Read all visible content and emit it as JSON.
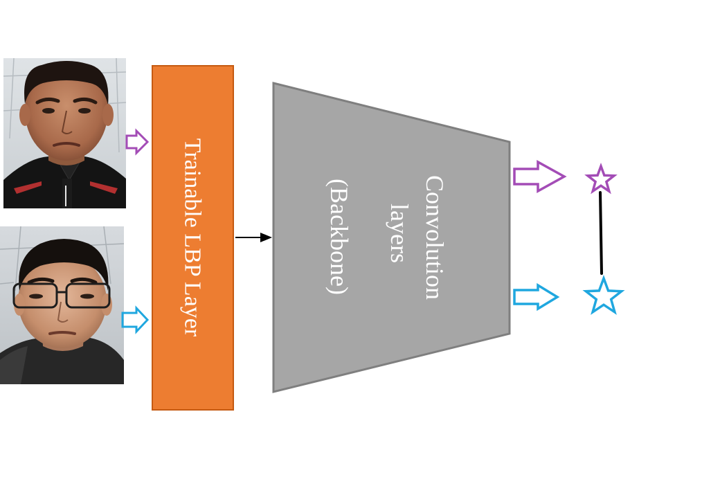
{
  "lbp_layer": {
    "label": "Trainable LBP Layer",
    "fill_color": "#ED7D31",
    "border_color": "#C55A11"
  },
  "backbone": {
    "line1": "Convolution",
    "line2": "layers",
    "line3": "(Backbone)",
    "fill_color": "#A6A6A6",
    "border_color": "#7F7F7F"
  },
  "inputs": [
    {
      "name": "face-photo-1",
      "arrow_color": "#A34CB6"
    },
    {
      "name": "face-photo-2",
      "arrow_color": "#1FA7DF"
    }
  ],
  "outputs": [
    {
      "name": "embedding-1",
      "color": "#A34CB6"
    },
    {
      "name": "embedding-2",
      "color": "#1FA7DF"
    }
  ],
  "distance_line_color": "#000000"
}
